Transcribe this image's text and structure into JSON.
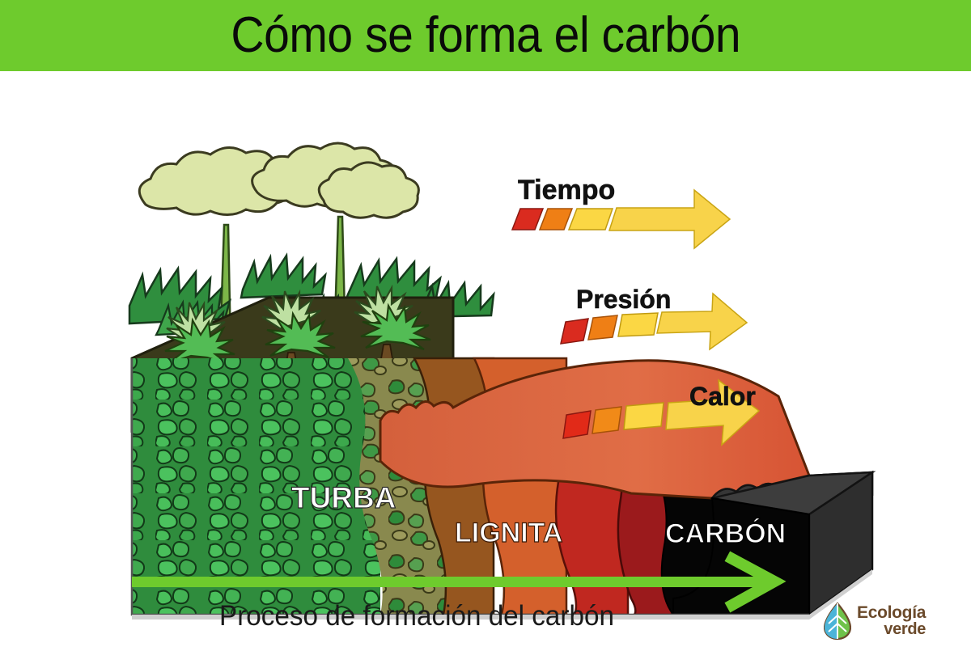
{
  "header": {
    "title": "Cómo se forma el carbón",
    "background_color": "#6ECB2D",
    "text_color": "#0a0a0a"
  },
  "diagram": {
    "type": "coal-formation-cross-section",
    "factor_arrows": [
      {
        "label": "Tiempo",
        "segment_colors": [
          "#DA2B1F",
          "#EF7F15",
          "#FBD744",
          "#F9D64F"
        ],
        "arrow_color": "#F8D34A"
      },
      {
        "label": "Presión",
        "segment_colors": [
          "#DA2B1F",
          "#EF7F15",
          "#FBD744",
          "#F9D64F"
        ],
        "arrow_color": "#F8D34A"
      },
      {
        "label": "Calor",
        "segment_colors": [
          "#E12A18",
          "#F18A18",
          "#FBD744",
          "#FBDC5A"
        ],
        "arrow_color": "#F8D34A"
      }
    ],
    "strata_labels": [
      {
        "name": "TURBA",
        "color": "#2E8B3A"
      },
      {
        "name": "LIGNITA",
        "color": "#C25A2A"
      },
      {
        "name": "CARBÓN",
        "color": "#070707"
      }
    ],
    "strata_palette": {
      "peat_green_dark": "#246B2C",
      "peat_green_mid": "#34A04A",
      "peat_green_light": "#49BF5B",
      "olive": "#8C8C52",
      "olive_flank": "#8F9061",
      "soil_top": "#3A3A18",
      "brown": "#9A5A28",
      "orange": "#D9622E",
      "red": "#C32A22",
      "dark_red": "#9E1A1C",
      "coal_black": "#050505",
      "coal_top": "#3C3C3C",
      "coal_side": "#2A2A2A",
      "salmon_band": "#E06542"
    },
    "vegetation": {
      "canopy_color": "#D9E3A0",
      "fern_dark": "#2C8A3C",
      "fern_mid": "#49B04E",
      "ground_light": "#BFE1A4",
      "trunk_color": "#6FA83E"
    }
  },
  "footer": {
    "caption": "Proceso de formación del carbón",
    "arrow_color": "#6ECB2D"
  },
  "logo": {
    "line1": "Ecología",
    "line2": "verde",
    "leaf_blue": "#4BB4D8",
    "leaf_green": "#6FC24A",
    "text_color": "#6B4A2B"
  }
}
